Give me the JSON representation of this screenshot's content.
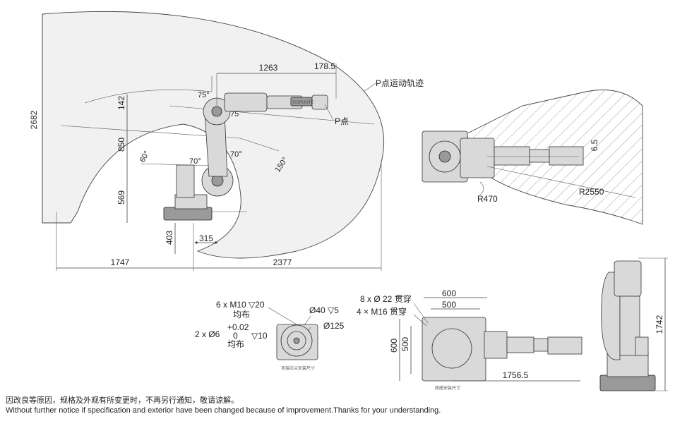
{
  "side_view": {
    "dims": {
      "height_total": "2682",
      "reach_back": "1747",
      "reach_front": "2377",
      "arm_length": "1263",
      "wrist_offset": "178.5",
      "upper_arm": "850",
      "shoulder_height": "569",
      "base_height": "403",
      "base_offset": "315",
      "offset_142": "142"
    },
    "angles": {
      "a75_top": "75°",
      "a75_wrist": "75",
      "a70_left": "70°",
      "a70_right": "70°",
      "a60": "60°",
      "a150": "150°"
    },
    "labels": {
      "p_point": "P点",
      "p_trajectory": "P点运动轨迹",
      "brand": "BORUNTE"
    }
  },
  "top_view": {
    "dims": {
      "r470": "R470",
      "r2550": "R2550",
      "offset_65": "6.5"
    }
  },
  "flange_view": {
    "labels": {
      "bolts": "6 x M10 ▽20",
      "bolts_even": "均布",
      "pin": "2 x Ø6",
      "pin_tol_upper": "+0.02",
      "pin_tol_lower": "0",
      "pin_depth": "▽10",
      "pin_even": "均布",
      "dia40": "Ø40 ▽5",
      "dia125": "Ø125",
      "caption": "末端法兰安装尺寸"
    }
  },
  "base_view": {
    "labels": {
      "holes": "8 x Ø 22 贯穿",
      "threads": "4 × M16 贯穿",
      "w600": "600",
      "w500": "500",
      "h600": "600",
      "h500": "500",
      "reach": "1756.5",
      "caption": "底座安装尺寸"
    }
  },
  "front_view": {
    "dims": {
      "height": "1742"
    }
  },
  "footer": {
    "cn": "因改良等原因，规格及外观有所变更时，不再另行通知，敬请谅解。",
    "en": "Without further notice if specification and exterior have been changed because of improvement.Thanks for your understanding."
  }
}
